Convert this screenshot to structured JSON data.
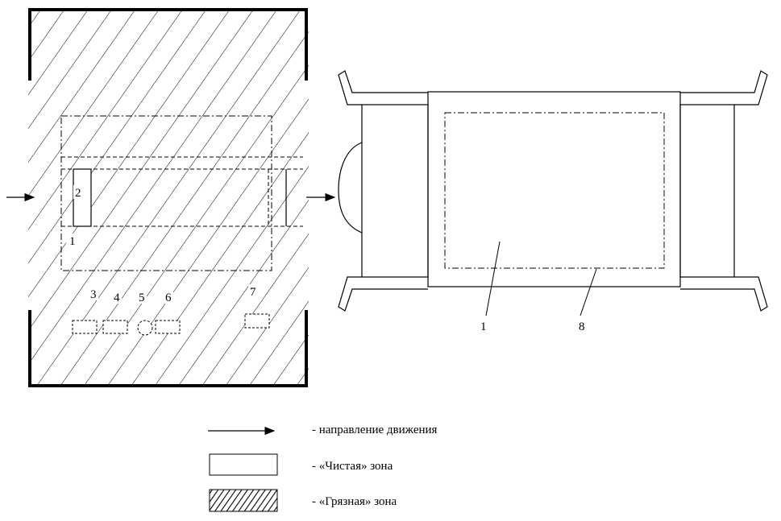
{
  "diagram": {
    "left_labels": [
      "1",
      "2",
      "3",
      "4",
      "5",
      "6",
      "7"
    ],
    "right_labels": [
      "1",
      "8"
    ]
  },
  "legend": {
    "direction": "- направление движения",
    "clean_zone": "- «Чистая» зона",
    "dirty_zone": "- «Грязная» зона"
  }
}
